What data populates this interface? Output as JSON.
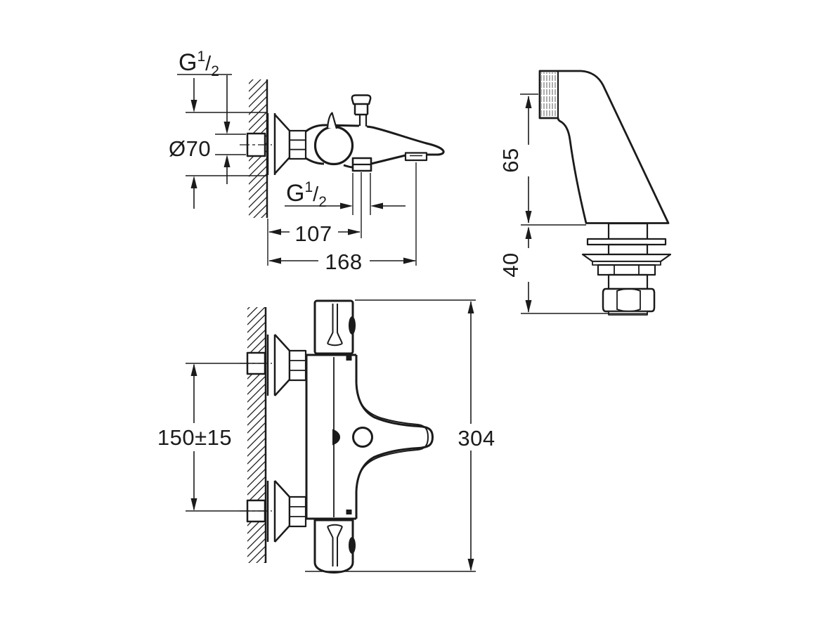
{
  "meta": {
    "drawing_type": "technical dimension drawing",
    "subject": "wall-mounted bath/shower thermostat mixer with spout, handshower holder and mounting hardware",
    "colors": {
      "line": "#1b1b1b",
      "background": "#ffffff"
    }
  },
  "views": {
    "spout_side_view": {
      "description": "side view of bath spout mixer on wall",
      "dims": {
        "wall_thread": {
          "prefix": "G",
          "numerator": "1",
          "fraction_slash": "/",
          "denominator": "2"
        },
        "escutcheon_diameter": "Ø70",
        "hose_thread": {
          "prefix": "G",
          "numerator": "1",
          "fraction_slash": "/",
          "denominator": "2"
        },
        "wall_to_hose_outlet": "107",
        "wall_to_spout_outlet": "168"
      }
    },
    "hose_holder_view": {
      "description": "side view of deck-mounted handshower holder",
      "dims": {
        "height_above_deck": "65",
        "depth_below_deck": "40"
      }
    },
    "mixer_front_view": {
      "description": "front view of thermostat mixer on wall",
      "dims": {
        "inlet_spacing": "150±15",
        "overall_height": "304"
      }
    }
  }
}
